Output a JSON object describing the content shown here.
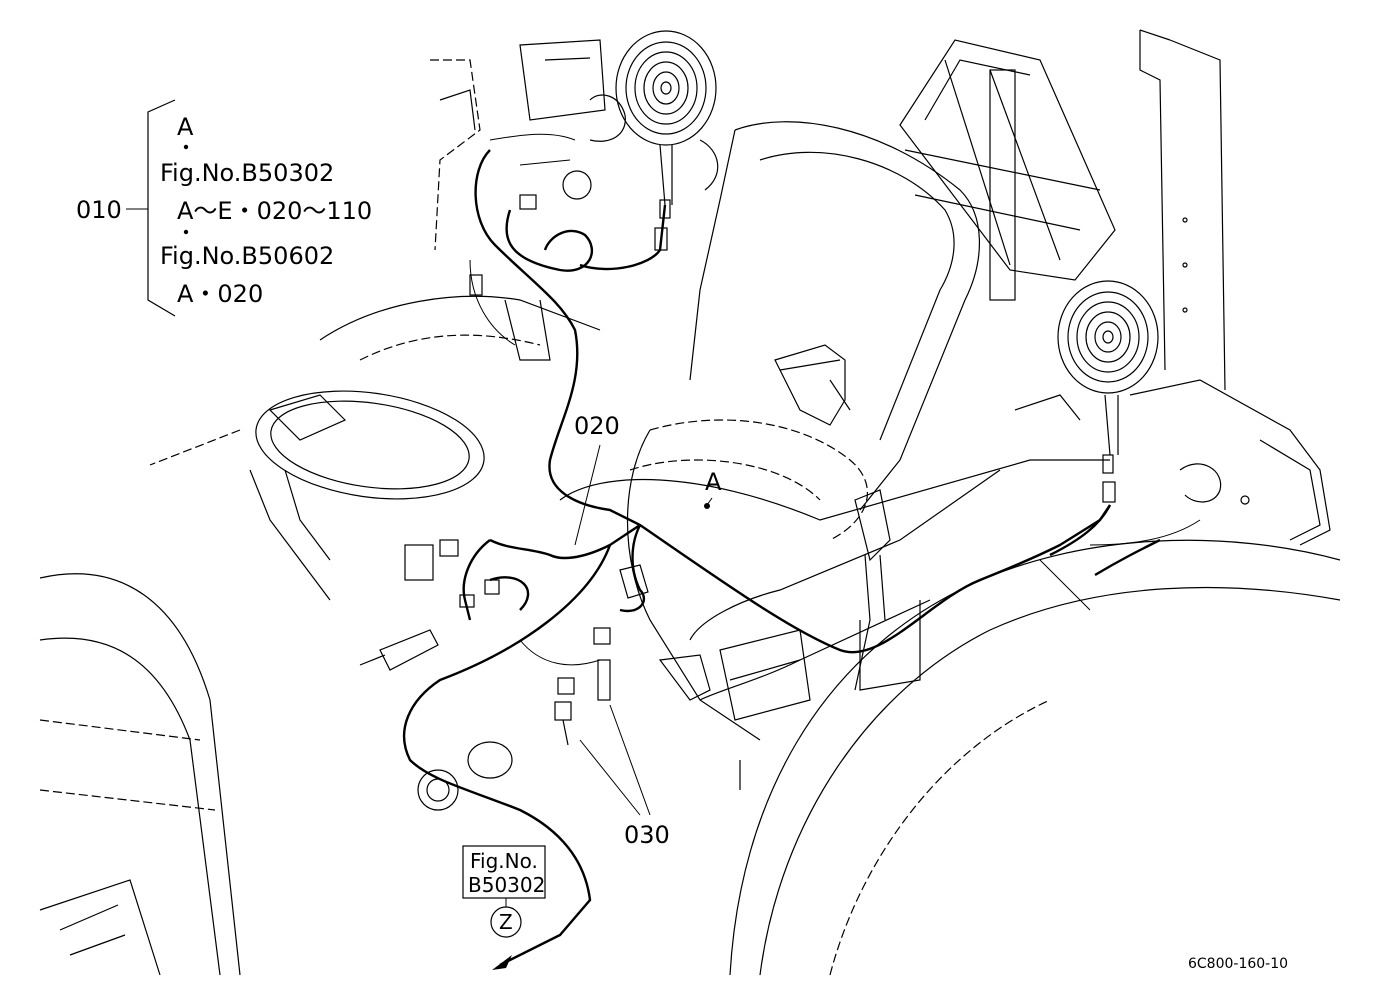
{
  "callouts": {
    "group_010": "010",
    "group_line_1": "A",
    "group_line_2": "Fig.No.B50302",
    "group_line_3": "A～E・020～110",
    "group_line_4": "Fig.No.B50602",
    "group_line_5": "A・020",
    "part_020": "020",
    "part_030": "030",
    "point_a": "A"
  },
  "reference_box": {
    "line_1": "Fig.No.",
    "line_2": "B50302",
    "connector": "Z"
  },
  "drawing_code": "6C800-160-10"
}
